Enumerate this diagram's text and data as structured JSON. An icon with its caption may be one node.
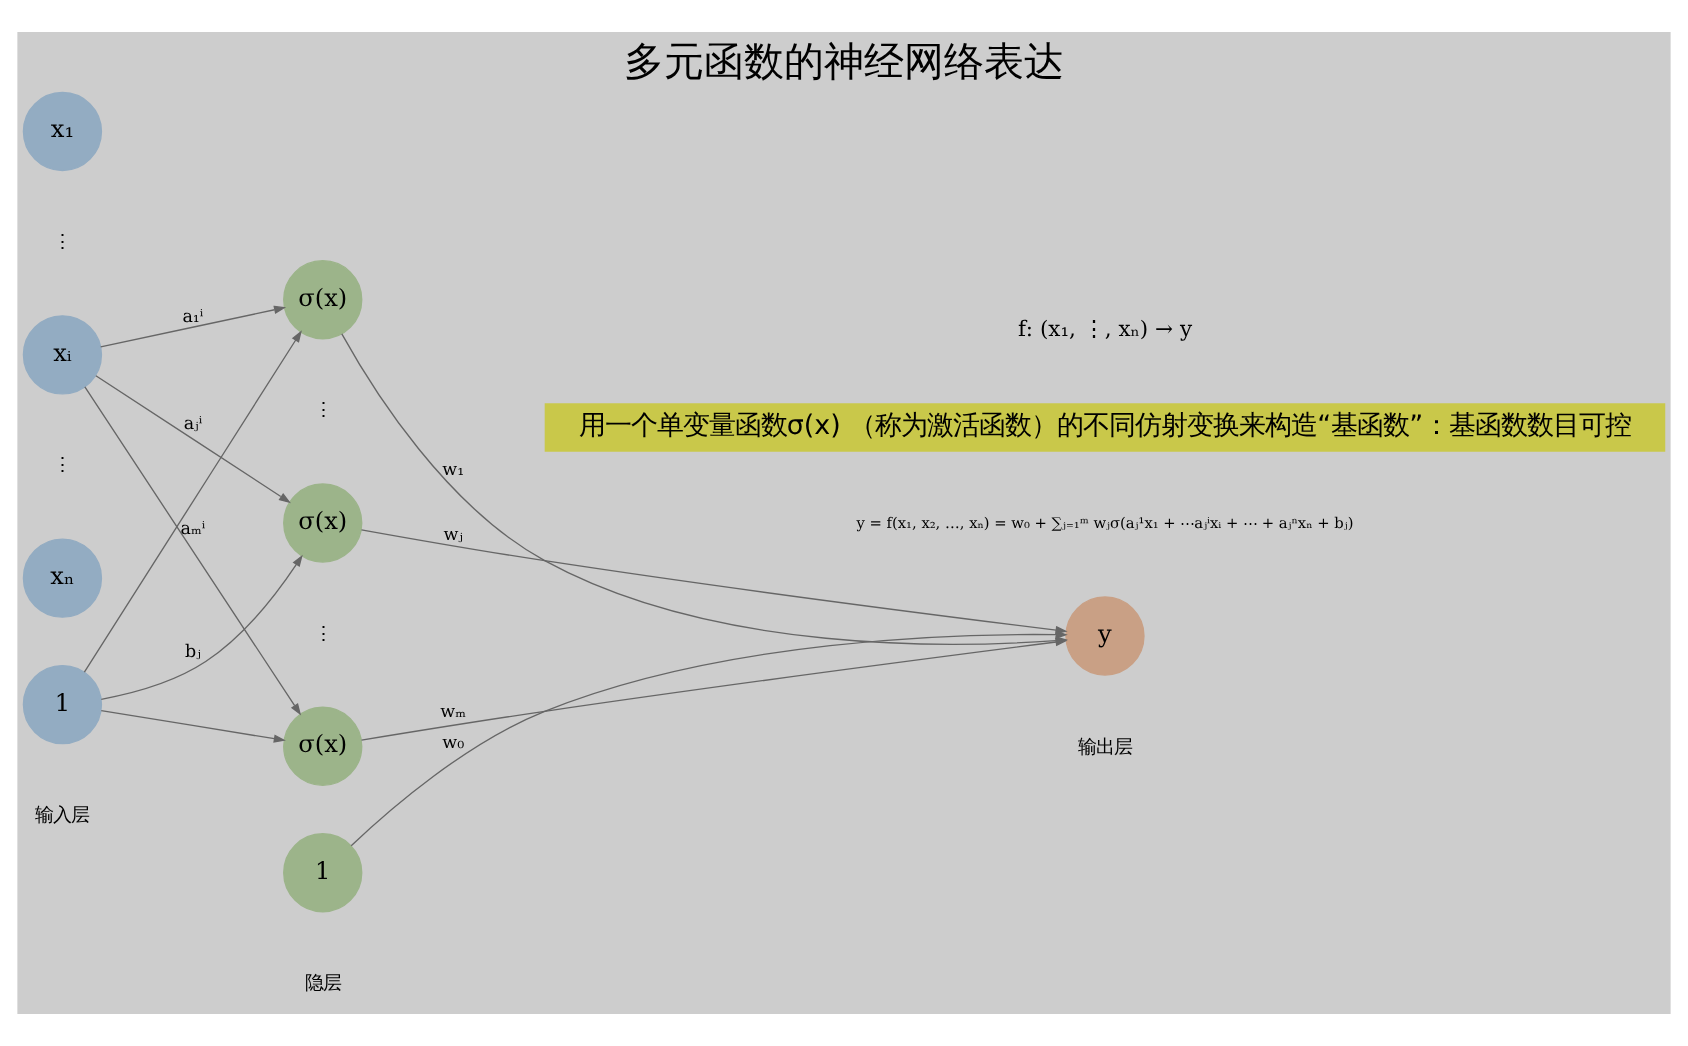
{
  "diagram": {
    "title": "多元函数的神经网络表达",
    "nodes": [
      {
        "text": [
          "x₁"
        ]
      },
      {
        "text": [
          "xᵢ"
        ]
      },
      {
        "text": [
          "xₙ"
        ]
      },
      {
        "text": [
          "1"
        ]
      },
      {
        "text": [
          "σ(x)"
        ]
      },
      {
        "text": [
          "σ(x)"
        ]
      },
      {
        "text": [
          "σ(x)"
        ]
      },
      {
        "text": [
          "1"
        ]
      },
      {
        "text": [
          "y"
        ]
      }
    ],
    "edges": [
      {
        "from": 1,
        "to": 4,
        "arrow": "to",
        "label": "a₁ⁱ"
      },
      {
        "from": 1,
        "to": 5,
        "arrow": "to",
        "label": "aⱼⁱ"
      },
      {
        "from": 1,
        "to": 6,
        "arrow": "to",
        "label": "aₘⁱ"
      },
      {
        "from": 3,
        "to": 4,
        "arrow": "to"
      },
      {
        "from": 3,
        "to": 5,
        "arrow": "to",
        "label": "bⱼ"
      },
      {
        "from": 3,
        "to": 6,
        "arrow": "to"
      },
      {
        "from": 4,
        "to": 8,
        "arrow": "to",
        "label": "w₁"
      },
      {
        "from": 5,
        "to": 8,
        "arrow": "to",
        "label": "wⱼ"
      },
      {
        "from": 6,
        "to": 8,
        "arrow": "to",
        "label": "wₘ"
      },
      {
        "from": 7,
        "to": 8,
        "arrow": "to",
        "label": "w₀"
      }
    ],
    "labels": [
      "f: (x₁, ⋮, xₙ) → y",
      "用一个单变量函数σ(x) （称为激活函数）的不同仿射变换来构造“基函数”：基函数数目可控",
      "y = f(x₁, x₂, …, xₙ) = w₀ + ∑ⱼ₌₁ᵐ wⱼσ(aⱼ¹x₁ + ⋯aⱼⁱxᵢ + ⋯ + aⱼⁿxₙ + bⱼ)",
      "⋮",
      "⋮",
      "⋮",
      "⋮",
      "输入层",
      "隐层",
      "输出层"
    ]
  }
}
